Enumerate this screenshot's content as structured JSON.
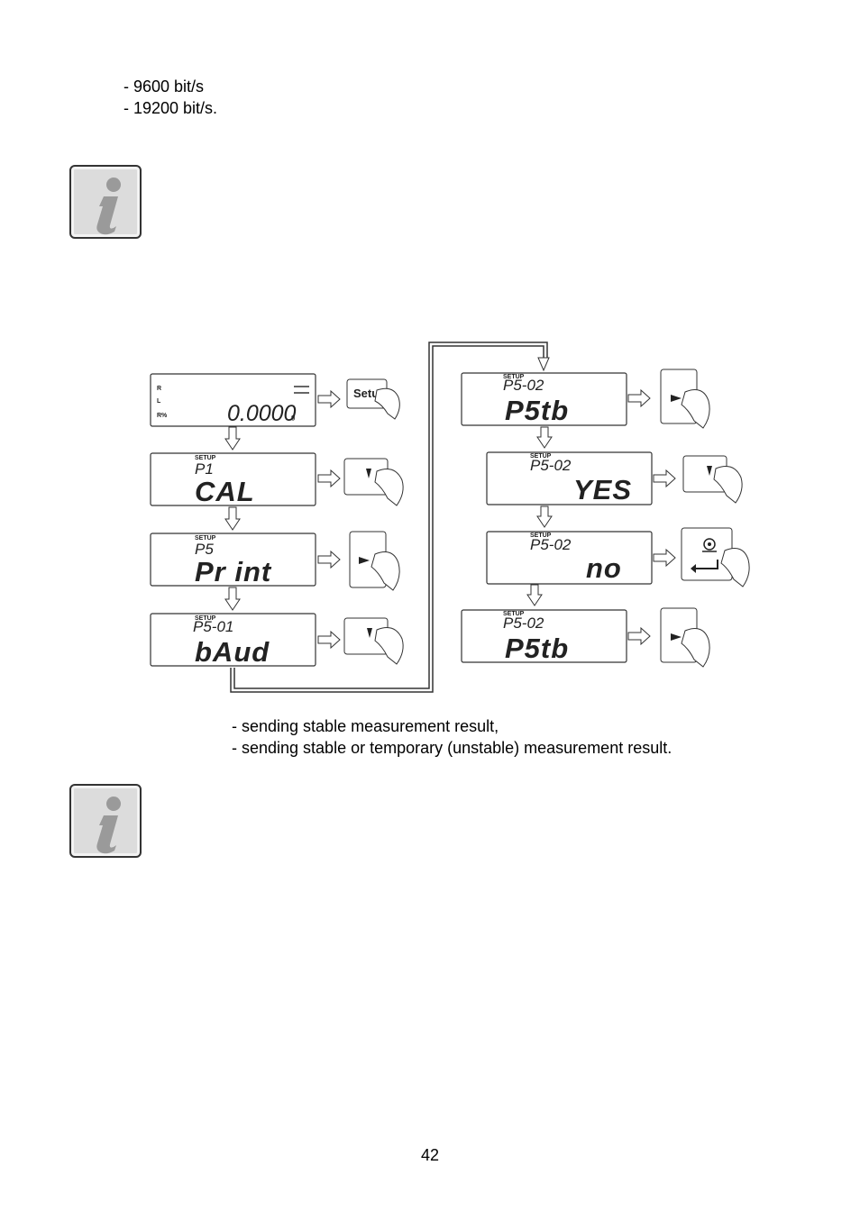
{
  "baud_options": [
    "- 9600  bit/s",
    "- 19200  bit/s."
  ],
  "diagram": {
    "main_display": {
      "value": "0.0000",
      "unit": "g"
    },
    "setup_label": "SETUP",
    "setup_button_label": "Setu",
    "screens_left": [
      {
        "code": "P1",
        "text": "CAL"
      },
      {
        "code": "P5",
        "text": "Pr int"
      },
      {
        "code": "P5-01",
        "text": "bAud"
      }
    ],
    "screens_right": [
      {
        "code": "P5-02",
        "text": "P5tb"
      },
      {
        "code": "P5-02",
        "text": "YES"
      },
      {
        "code": "P5-02",
        "text": "no"
      },
      {
        "code": "P5-02",
        "text": "P5tb"
      }
    ]
  },
  "options_text": [
    "- sending stable measurement result,",
    "- sending stable or temporary (unstable) measurement result."
  ],
  "page_number": "42"
}
